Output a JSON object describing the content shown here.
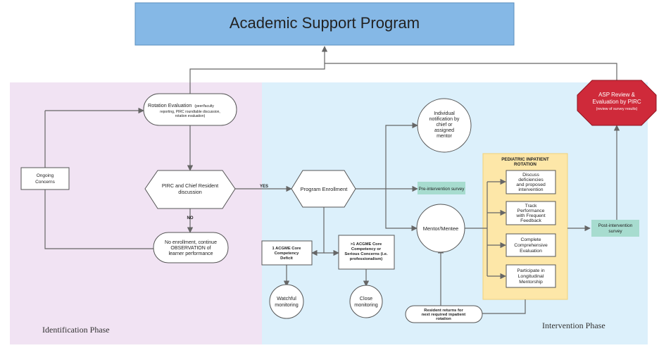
{
  "title": "Academic Support Program",
  "phases": {
    "identification": "Identification Phase",
    "intervention": "Intervention Phase"
  },
  "nodes": {
    "rotation_evaluation": {
      "main": "Rotation Evaluation",
      "paren_a": "(peer/faculty",
      "paren_b": "reporting, PIRC roundtable discussion,",
      "paren_c": "rotation evaluation)"
    },
    "ongoing_concerns": [
      "Ongoing",
      "Concerns"
    ],
    "pirc_discussion": [
      "PIRC and Chief Resident",
      "discussion"
    ],
    "no_enrollment": [
      "No enrollment, continue",
      "OBSERVATION of",
      "learner performance"
    ],
    "program_enrollment": "Program Enrollment",
    "pre_survey": "Pre-intervention survey",
    "individual_notification": [
      "Individual",
      "notification by",
      "chief or",
      "assigned",
      "mentor"
    ],
    "mentor_mentee": "Mentor/Mentee",
    "acgme_one": [
      "1 ACGME Core",
      "Competency",
      "Deficit"
    ],
    "acgme_many": [
      ">1 ACGME Core",
      "Competency or",
      "Serious Concerns (i.e.",
      "professionalism)"
    ],
    "watchful": [
      "Watchful",
      "monitoring"
    ],
    "close": [
      "Close",
      "monitoring"
    ],
    "rotation_panel_title": [
      "PEDIATRIC INPATIENT",
      "ROTATION"
    ],
    "discuss": [
      "Discuss",
      "deficiencies",
      "and proposed",
      "intervention"
    ],
    "track": [
      "Track",
      "Performance",
      "with Frequent",
      "Feedback"
    ],
    "complete": [
      "Complete",
      "Comprehensive",
      "Evaluation"
    ],
    "participate": [
      "Participate in",
      "Longitudinal",
      "Mentorship"
    ],
    "resident_returns": [
      "Resident returns for",
      "next required inpatient",
      "rotation"
    ],
    "post_survey": [
      "Post-intervention",
      "survey"
    ],
    "asp_review": {
      "line1": "ASP Review &",
      "line2": "Evaluation by PIRC",
      "line3": "(review of survey results)"
    }
  },
  "edges": {
    "yes": "YES",
    "no": "NO"
  },
  "colors": {
    "title_box": "#85b8e6",
    "identification_bg": "#f1e3f3",
    "intervention_bg": "#dcf0fb",
    "rotation_panel": "#fde7a8",
    "survey_box": "#a7dccf",
    "asp_review": "#cf2a3a"
  }
}
